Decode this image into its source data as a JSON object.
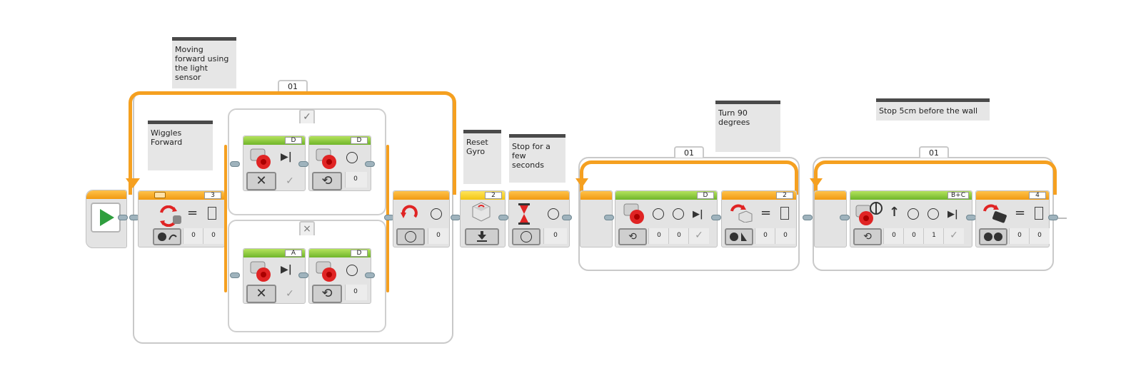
{
  "comments": {
    "moving_forward": "Moving\nforward using\nthe light\nsensor",
    "wiggles_forward": "Wiggles\nForward",
    "reset_gyro": "Reset\nGyro",
    "stop_for_seconds": "Stop for a\nfew\nseconds",
    "turn_90": "Turn 90\ndegrees",
    "stop_5cm": "Stop 5cm before the wall"
  },
  "loops": {
    "loop1_label": "01",
    "loop2_label": "01",
    "loop3_label": "01"
  },
  "switch_cases": {
    "true_glyph": "✓",
    "false_glyph": "×"
  },
  "blocks": {
    "color_switch_port": "3",
    "color_switch_values": [
      "0",
      "0"
    ],
    "motor_true_1_port": "D",
    "motor_true_2_port": "D",
    "motor_true_2_value": "0",
    "motor_false_1_port": "A",
    "motor_false_2_port": "D",
    "motor_false_2_value": "0",
    "loop1_exit_value": "0",
    "gyro_reset_port": "2",
    "wait_value": "0",
    "move_d_port": "D",
    "move_d_values": [
      "0",
      "0"
    ],
    "gyro_compare_port": "2",
    "gyro_compare_values": [
      "0",
      "0"
    ],
    "steering_port": "B+C",
    "steering_values": [
      "0",
      "0",
      "1"
    ],
    "ultrasonic_port": "4",
    "ultrasonic_values": [
      "0",
      "0"
    ]
  },
  "icons": {
    "start": "play-icon",
    "loop": "loop-icon",
    "timer": "timer-icon",
    "motor": "large-motor-icon",
    "gyro": "gyro-sensor-icon",
    "ultrasonic": "ultrasonic-sensor-icon",
    "color": "color-sensor-icon"
  },
  "colors": {
    "flow_orange": "#f5a020",
    "action_green": "#7cc431",
    "motor_red": "#e02424",
    "play_green": "#2f9e3e"
  }
}
